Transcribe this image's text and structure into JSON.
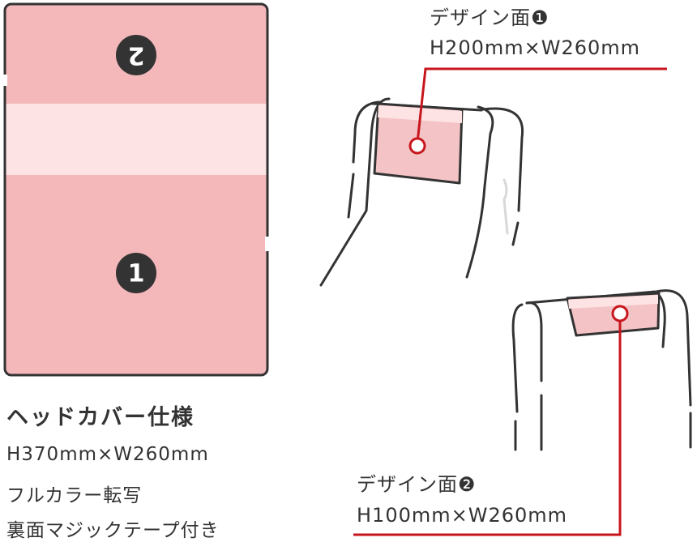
{
  "cover_panel": {
    "badge_top": "2",
    "badge_bottom": "1",
    "colors": {
      "fill": "#f4b8bb",
      "band": "#fde3e4",
      "outline": "#333333"
    }
  },
  "spec": {
    "title": "ヘッドカバー仕様",
    "lines": [
      "H370mm×W260mm",
      "フルカラー転写",
      "裏面マジックテープ付き"
    ]
  },
  "callouts": [
    {
      "title": "デザイン面❶",
      "size": "H200mm×W260mm"
    },
    {
      "title": "デザイン面❷",
      "size": "H100mm×W260mm"
    }
  ],
  "colors": {
    "accent": "#c8161d",
    "design_fill": "#f4c3c5",
    "line": "#333333"
  }
}
